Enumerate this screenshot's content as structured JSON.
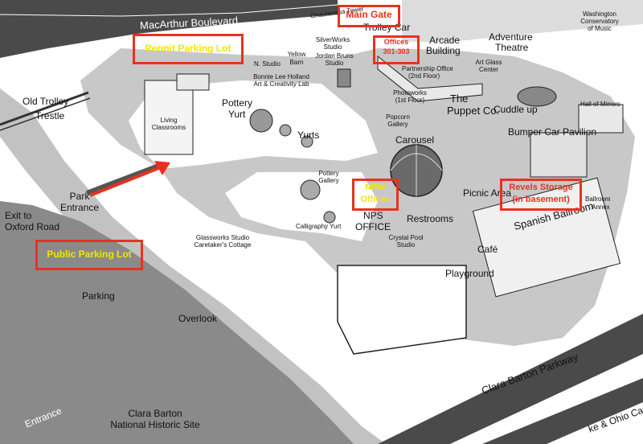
{
  "colors": {
    "annotation_red": "#e8321f",
    "annotation_yellow": "#f2e600",
    "ground_gray": "#c8c8c8",
    "parking_gray": "#8a8a8a",
    "road_dark": "#4a4a4a",
    "stream_light": "#c2c2c2",
    "paper_white": "#ffffff"
  },
  "roads": {
    "macarthur": "MacArthur Boulevard",
    "old_trolley_line1": "Old Trolley",
    "old_trolley_line2": "Trestle",
    "clara_barton_parkway": "Clara Barton Parkway",
    "canal": "ke & Ohio Canal"
  },
  "places": {
    "chautauqua_tower": "Chautauqua Tower",
    "trolley_car": "Trolley Car",
    "washington_conservatory_1": "Washington",
    "washington_conservatory_2": "Conservatory",
    "washington_conservatory_3": "of Music",
    "adventure_theatre_1": "Adventure",
    "adventure_theatre_2": "Theatre",
    "arcade_building_1": "Arcade",
    "arcade_building_2": "Building",
    "art_glass_center_1": "Art Glass",
    "art_glass_center_2": "Center",
    "partnership_office_1": "Partnership Office",
    "partnership_office_2": "(2nd Floor)",
    "silverworks_1": "SilverWorks",
    "silverworks_2": "Studio",
    "yellow_barn_1": "Yellow",
    "yellow_barn_2": "Barn",
    "n_studio": "N. Studio",
    "jordan_bruns_1": "Jordan Bruns",
    "jordan_bruns_2": "Studio",
    "bonnie_lee_1": "Bonnie Lee Holland",
    "bonnie_lee_2": "Art & Creativity Lab",
    "photoworks_1": "Photoworks",
    "photoworks_2": "(1st Floor)",
    "puppet_co_1": "The",
    "puppet_co_2": "Puppet Co.",
    "cuddle_up": "Cuddle up",
    "hall_of_mirrors": "Hall of Mirrors",
    "popcorn_gallery_1": "Popcorn",
    "popcorn_gallery_2": "Gallery",
    "bumper_car": "Bumper Car Pavilion",
    "carousel": "Carousel",
    "pottery_yurt_1": "Pottery",
    "pottery_yurt_2": "Yurt",
    "yurts": "Yurts",
    "living_classrooms_1": "Living",
    "living_classrooms_2": "Classrooms",
    "pottery_gallery_1": "Pottery",
    "pottery_gallery_2": "Gallery",
    "picnic_area": "Picnic Area",
    "ballroom_annex_1": "Ballroom",
    "ballroom_annex_2": "Annex",
    "spanish_ballroom": "Spanish Ballroom",
    "nps_office_1": "NPS",
    "nps_office_2": "OFFICE",
    "restrooms": "Restrooms",
    "crystal_pool_1": "Crystal Pool",
    "crystal_pool_2": "Studio",
    "calligraphy_yurt": "Calligraphy Yurt",
    "glassworks_1": "Glassworks Studio",
    "glassworks_2": "Caretaker's Cottage",
    "cafe": "Café",
    "playground": "Playground",
    "park_entrance_1": "Park",
    "park_entrance_2": "Entrance",
    "exit_oxford_1": "Exit to",
    "exit_oxford_2": "Oxford Road",
    "parking": "Parking",
    "overlook": "Overlook",
    "entrance": "Entrance",
    "clara_barton_site_1": "Clara Barton",
    "clara_barton_site_2": "National Historic Site"
  },
  "annotations": {
    "main_gate": "Main Gate",
    "permit_parking": "Permit Parking Lot",
    "offices_1": "Offices",
    "offices_2": "301-303",
    "new_offices_1": "NEW",
    "new_offices_2": "Offices",
    "revels_storage_1": "Revels Storage",
    "revels_storage_2": "(in basement)",
    "public_parking": "Public Parking Lot"
  },
  "icons": {
    "arrow": "red-direction-arrow"
  }
}
